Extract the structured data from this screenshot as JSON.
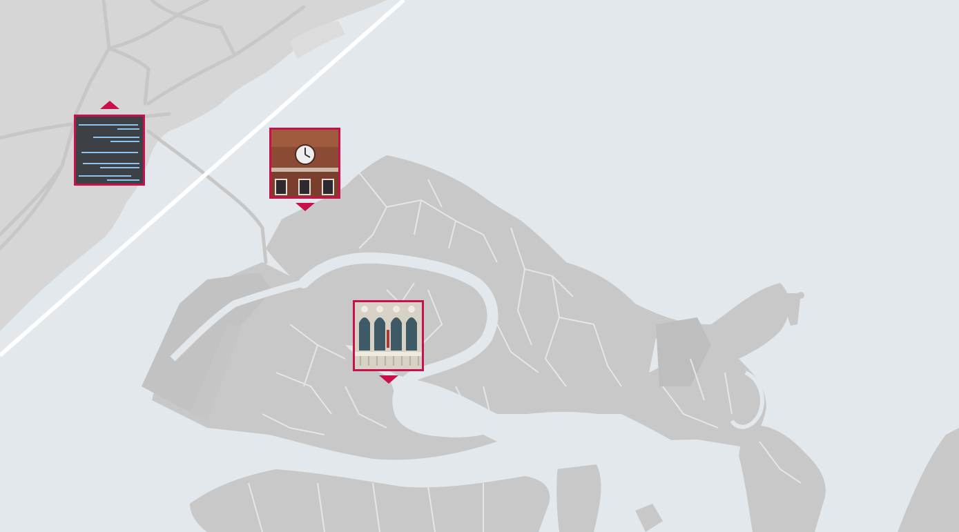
{
  "map": {
    "colors": {
      "water": "#e3e8ec",
      "land": "#c8c8c8",
      "mainland": "#d6d6d6",
      "mainland_road": "#c7c7c7",
      "street": "#e6e6e6",
      "bridge": "#ffffff",
      "marker_accent": "#c8104a"
    },
    "markers": [
      {
        "id": "departure-board",
        "icon": "departure-board-photo",
        "pointer": "up"
      },
      {
        "id": "clock-tower",
        "icon": "clock-tower-photo",
        "pointer": "down"
      },
      {
        "id": "gothic-palazzo",
        "icon": "gothic-palazzo-photo",
        "pointer": "down"
      }
    ]
  }
}
